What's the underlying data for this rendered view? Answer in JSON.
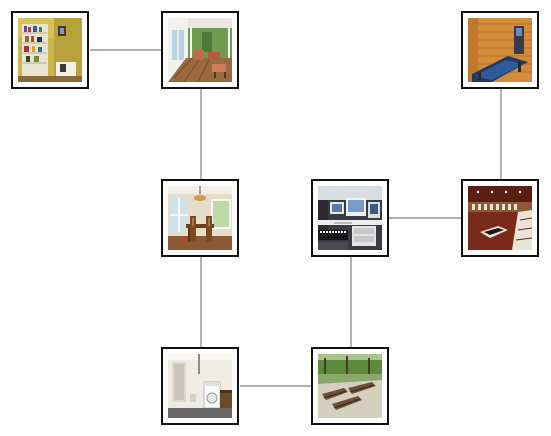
{
  "diagram": {
    "nodes": [
      {
        "id": "bookshelf-room",
        "scene": "bookshelf-room-photo"
      },
      {
        "id": "sunporch",
        "scene": "sunporch-photo"
      },
      {
        "id": "sauna",
        "scene": "sauna-photo"
      },
      {
        "id": "dining-room",
        "scene": "dining-room-photo"
      },
      {
        "id": "computer-room",
        "scene": "computer-room-photo"
      },
      {
        "id": "basement-bar",
        "scene": "basement-bar-photo"
      },
      {
        "id": "laundry-room",
        "scene": "laundry-room-photo"
      },
      {
        "id": "patio",
        "scene": "patio-photo"
      }
    ],
    "edges": [
      [
        "bookshelf-room",
        "sunporch"
      ],
      [
        "sunporch",
        "dining-room"
      ],
      [
        "sauna",
        "basement-bar"
      ],
      [
        "computer-room",
        "basement-bar"
      ],
      [
        "dining-room",
        "laundry-room"
      ],
      [
        "computer-room",
        "patio"
      ],
      [
        "laundry-room",
        "patio"
      ]
    ],
    "colors": {
      "edge": "#808080",
      "frame": "#111111",
      "background": "#ffffff"
    }
  }
}
